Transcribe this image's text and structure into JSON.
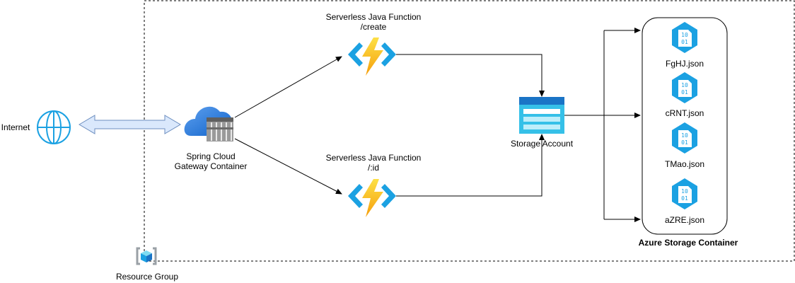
{
  "labels": {
    "internet": "Internet",
    "gateway_line1": "Spring Cloud",
    "gateway_line2": "Gateway Container",
    "fn_create_line1": "Serverless Java Function",
    "fn_create_line2": "/create",
    "fn_id_line1": "Serverless Java Function",
    "fn_id_line2": "/:id",
    "storage_account": "Storage Account",
    "container_title": "Azure Storage Container",
    "resource_group": "Resource Group"
  },
  "blobs": [
    {
      "name": "FgHJ.json",
      "glyph_top": "10",
      "glyph_bottom": "01"
    },
    {
      "name": "cRNT.json",
      "glyph_top": "10",
      "glyph_bottom": "01"
    },
    {
      "name": "TMao.json",
      "glyph_top": "10",
      "glyph_bottom": "01"
    },
    {
      "name": "aZRE.json",
      "glyph_top": "10",
      "glyph_bottom": "01"
    }
  ],
  "colors": {
    "azure_blue": "#1ba1e2",
    "azure_dark": "#0078d4",
    "lightning": "#fcd116",
    "bidirectional_fill": "#dae8fc",
    "bidirectional_stroke": "#6c8ebf"
  }
}
